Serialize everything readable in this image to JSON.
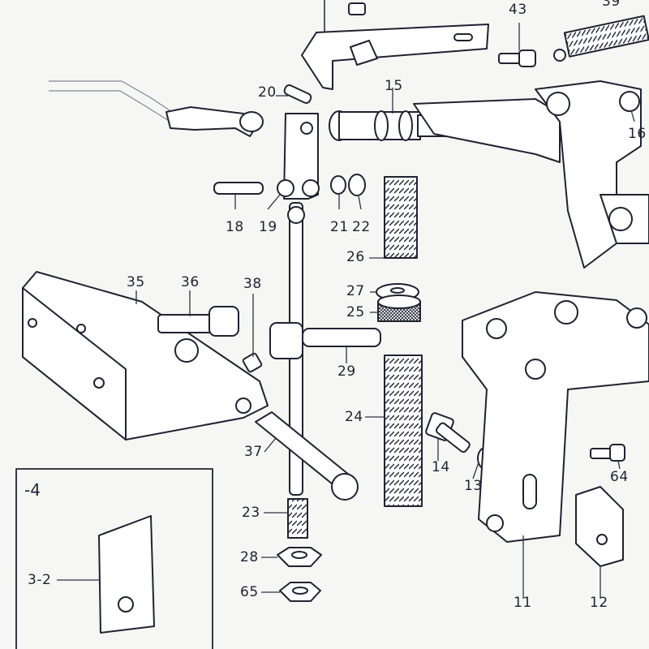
{
  "diagram": {
    "inset_title": "-4",
    "labels": {
      "l43": "43",
      "l39": "39",
      "l20": "20",
      "l15": "15",
      "l16": "16",
      "l18": "18",
      "l19": "19",
      "l21": "21",
      "l22": "22",
      "l26": "26",
      "l35": "35",
      "l36": "36",
      "l38": "38",
      "l27": "27",
      "l25": "25",
      "l29": "29",
      "l24": "24",
      "l37": "37",
      "l14": "14",
      "l13": "13",
      "l64": "64",
      "l23": "23",
      "l28": "28",
      "l65": "65",
      "l11": "11",
      "l12": "12",
      "l32": "3-2"
    },
    "colors": {
      "paper": "#f6f7f5",
      "ink": "#1e2330",
      "part_fill": "#ffffff",
      "leader": "#2a3344"
    }
  }
}
